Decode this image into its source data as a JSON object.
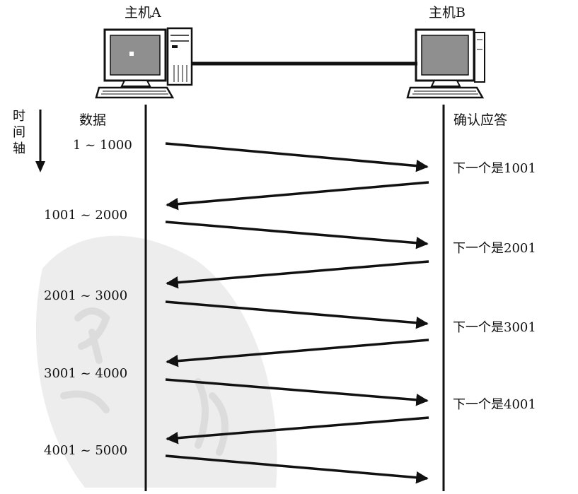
{
  "hosts": {
    "a_label": "主机A",
    "b_label": "主机B"
  },
  "time_axis": {
    "chars": [
      "时",
      "间",
      "轴"
    ]
  },
  "columns": {
    "data_header": "数据",
    "ack_header": "确认应答"
  },
  "data_segments": [
    "1 ~ 1000",
    "1001 ~ 2000",
    "2001 ~ 3000",
    "3001 ~ 4000",
    "4001 ~ 5000"
  ],
  "ack_labels": [
    "下一个是1001",
    "下一个是2001",
    "下一个是3001",
    "下一个是4001"
  ],
  "colors": {
    "ink": "#111111",
    "watermark": "#e6e6e6",
    "screen": "#9a9a9a"
  }
}
